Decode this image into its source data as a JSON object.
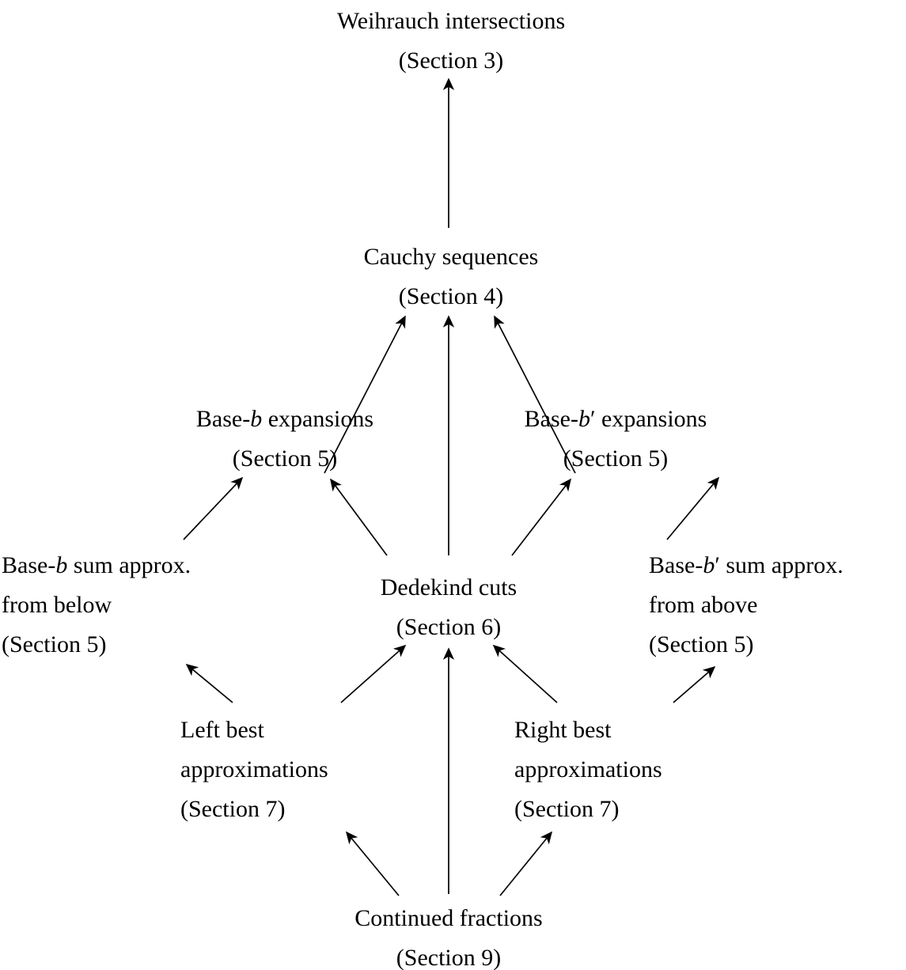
{
  "diagram": {
    "title": "Reducibility diagram of representations of real numbers",
    "ink_color": "#000000",
    "background_color": "#ffffff"
  },
  "nodes": {
    "weihrauch": {
      "line1": "Weihrauch intersections",
      "line2": "(Section 3)"
    },
    "cauchy": {
      "line1": "Cauchy sequences",
      "line2": "(Section 4)"
    },
    "base_b": {
      "pre": "Base-",
      "var": "b",
      "post": " expansions",
      "line2": "(Section 5)"
    },
    "base_bp": {
      "pre": "Base-",
      "var": "b",
      "prime": "′",
      "post": " expansions",
      "line2": "(Section 5)"
    },
    "base_b_sum": {
      "pre": "Base-",
      "var": "b",
      "post": " sum approx.",
      "line2": "from below",
      "line3": "(Section 5)"
    },
    "dedekind": {
      "line1": "Dedekind cuts",
      "line2": "(Section 6)"
    },
    "base_bp_sum": {
      "pre": "Base-",
      "var": "b",
      "prime": "′",
      "post": " sum approx.",
      "line2": "from above",
      "line3": "(Section 5)"
    },
    "left_best": {
      "line1": "Left best",
      "line2": "approximations",
      "line3": "(Section 7)"
    },
    "right_best": {
      "line1": "Right best",
      "line2": "approximations",
      "line3": "(Section 7)"
    },
    "continued": {
      "line1": "Continued fractions",
      "line2": "(Section 9)"
    }
  },
  "edges": [
    {
      "from": "cauchy",
      "to": "weihrauch"
    },
    {
      "from": "base_b",
      "to": "cauchy"
    },
    {
      "from": "dedekind",
      "to": "cauchy"
    },
    {
      "from": "base_bp",
      "to": "cauchy"
    },
    {
      "from": "base_b_sum",
      "to": "base_b"
    },
    {
      "from": "dedekind",
      "to": "base_b"
    },
    {
      "from": "dedekind",
      "to": "base_bp"
    },
    {
      "from": "base_bp_sum",
      "to": "base_bp"
    },
    {
      "from": "left_best",
      "to": "base_b_sum"
    },
    {
      "from": "left_best",
      "to": "dedekind"
    },
    {
      "from": "continued",
      "to": "dedekind"
    },
    {
      "from": "right_best",
      "to": "dedekind"
    },
    {
      "from": "right_best",
      "to": "base_bp_sum"
    },
    {
      "from": "continued",
      "to": "left_best"
    },
    {
      "from": "continued",
      "to": "right_best"
    }
  ]
}
